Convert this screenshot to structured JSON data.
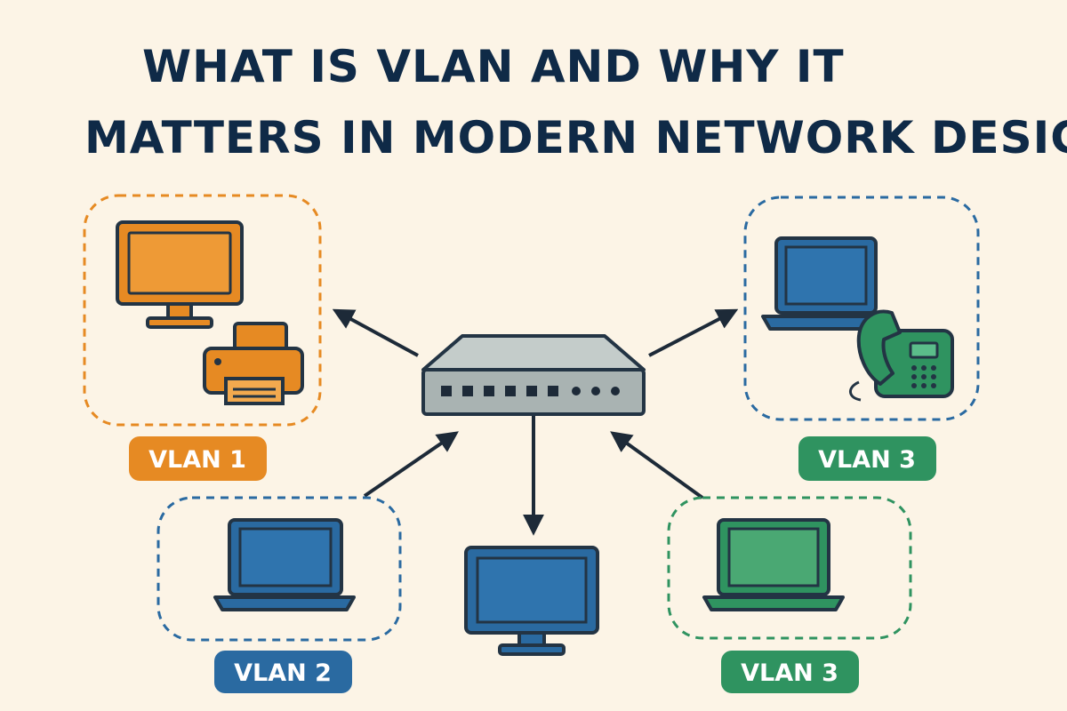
{
  "title": {
    "line1": "WHAT IS VLAN AND WHY IT",
    "line2": "MATTERS IN MODERN NETWORK DESIG"
  },
  "colors": {
    "background": "#fcf4e6",
    "title": "#0f2a47",
    "vlan1": "#e68a23",
    "vlan2": "#2a6aa1",
    "vlan3": "#2f9360",
    "switch": "#a9b3b2",
    "outline": "#233444"
  },
  "switch": {
    "icon": "network-switch-icon"
  },
  "groups": {
    "vlan1": {
      "badge": "VLAN 1",
      "devices": [
        "monitor-icon",
        "printer-icon"
      ]
    },
    "vlan2": {
      "badge": "VLAN 2",
      "devices": [
        "laptop-icon"
      ]
    },
    "vlan3_top": {
      "badge": "VLAN 3",
      "devices": [
        "laptop-icon",
        "desk-phone-icon"
      ]
    },
    "vlan3_bottom": {
      "badge": "VLAN 3",
      "devices": [
        "laptop-icon"
      ]
    },
    "center": {
      "devices": [
        "monitor-icon"
      ]
    }
  }
}
